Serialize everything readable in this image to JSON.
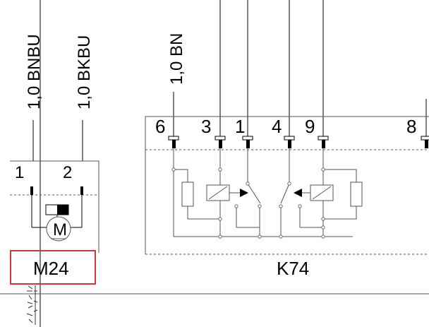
{
  "wires": [
    {
      "label": "1,0 BNBU"
    },
    {
      "label": "1,0 BKBU"
    },
    {
      "label": "1,0 BN"
    }
  ],
  "m24": {
    "pins": [
      "1",
      "2"
    ],
    "motor_symbol": "M",
    "name": "M24",
    "highlight_color": "#d9343a"
  },
  "k74": {
    "pins": [
      "6",
      "3",
      "1",
      "4",
      "9",
      "8"
    ],
    "name": "K74"
  }
}
